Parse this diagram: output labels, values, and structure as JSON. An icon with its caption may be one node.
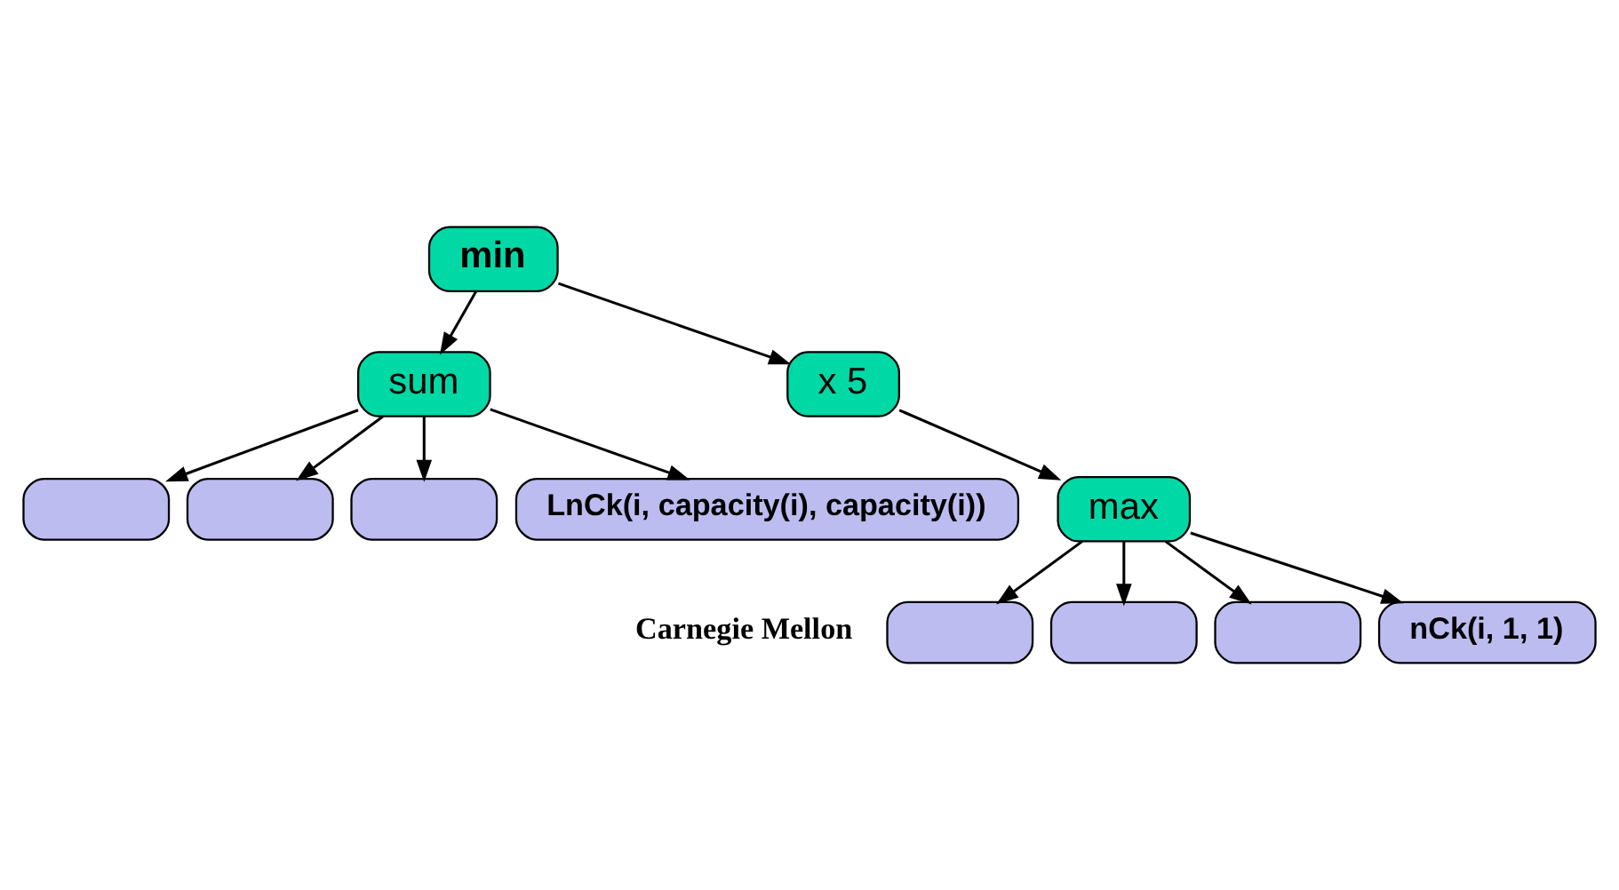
{
  "diagram": {
    "nodes": [
      {
        "text": [
          "min"
        ]
      },
      {
        "text": [
          "sum"
        ]
      },
      {
        "text": [
          "x 5"
        ]
      },
      {
        "text": [
          "max"
        ]
      },
      {
        "text": [],
        "shape": "box"
      },
      {
        "text": [],
        "shape": "box"
      },
      {
        "text": [],
        "shape": "box"
      },
      {
        "text": [
          "LnCk(i, capacity(i), capacity(i))"
        ]
      },
      {
        "text": [],
        "shape": "box"
      },
      {
        "text": [],
        "shape": "box"
      },
      {
        "text": [],
        "shape": "box"
      },
      {
        "text": [
          "nCk(i, 1, 1)"
        ]
      }
    ],
    "edges": [
      {
        "from": 0,
        "to": 1,
        "arrow": "to"
      },
      {
        "from": 0,
        "to": 2,
        "arrow": "to"
      },
      {
        "from": 2,
        "to": 3,
        "arrow": "to"
      },
      {
        "from": 1,
        "to": 4,
        "arrow": "to"
      },
      {
        "from": 1,
        "to": 5,
        "arrow": "to"
      },
      {
        "from": 1,
        "to": 6,
        "arrow": "to"
      },
      {
        "from": 1,
        "to": 7,
        "arrow": "to"
      },
      {
        "from": 3,
        "to": 8,
        "arrow": "to"
      },
      {
        "from": 3,
        "to": 9,
        "arrow": "to"
      },
      {
        "from": 3,
        "to": 10,
        "arrow": "to"
      },
      {
        "from": 3,
        "to": 11,
        "arrow": "to"
      }
    ],
    "labels": [
      "Carnegie Mellon"
    ]
  }
}
